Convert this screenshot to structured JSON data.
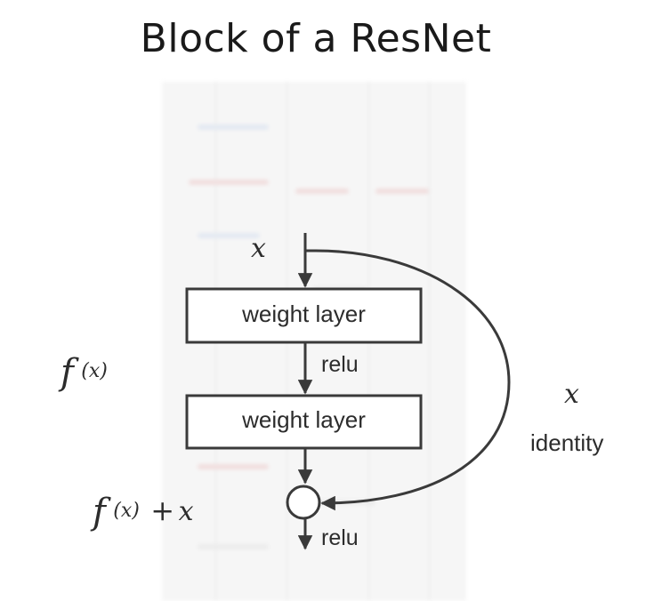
{
  "title": "Block of a ResNet",
  "diagram": {
    "input_label": "x",
    "layer1_label": "weight layer",
    "relu_mid_label": "relu",
    "layer2_label": "weight layer",
    "fx_label": {
      "fn": "f",
      "arg": "(x)"
    },
    "skip_x_label": "x",
    "identity_label": "identity",
    "sum_label": {
      "fn": "f",
      "arg": "(x)",
      "plus": "+",
      "x": "x"
    },
    "relu_out_label": "relu"
  }
}
